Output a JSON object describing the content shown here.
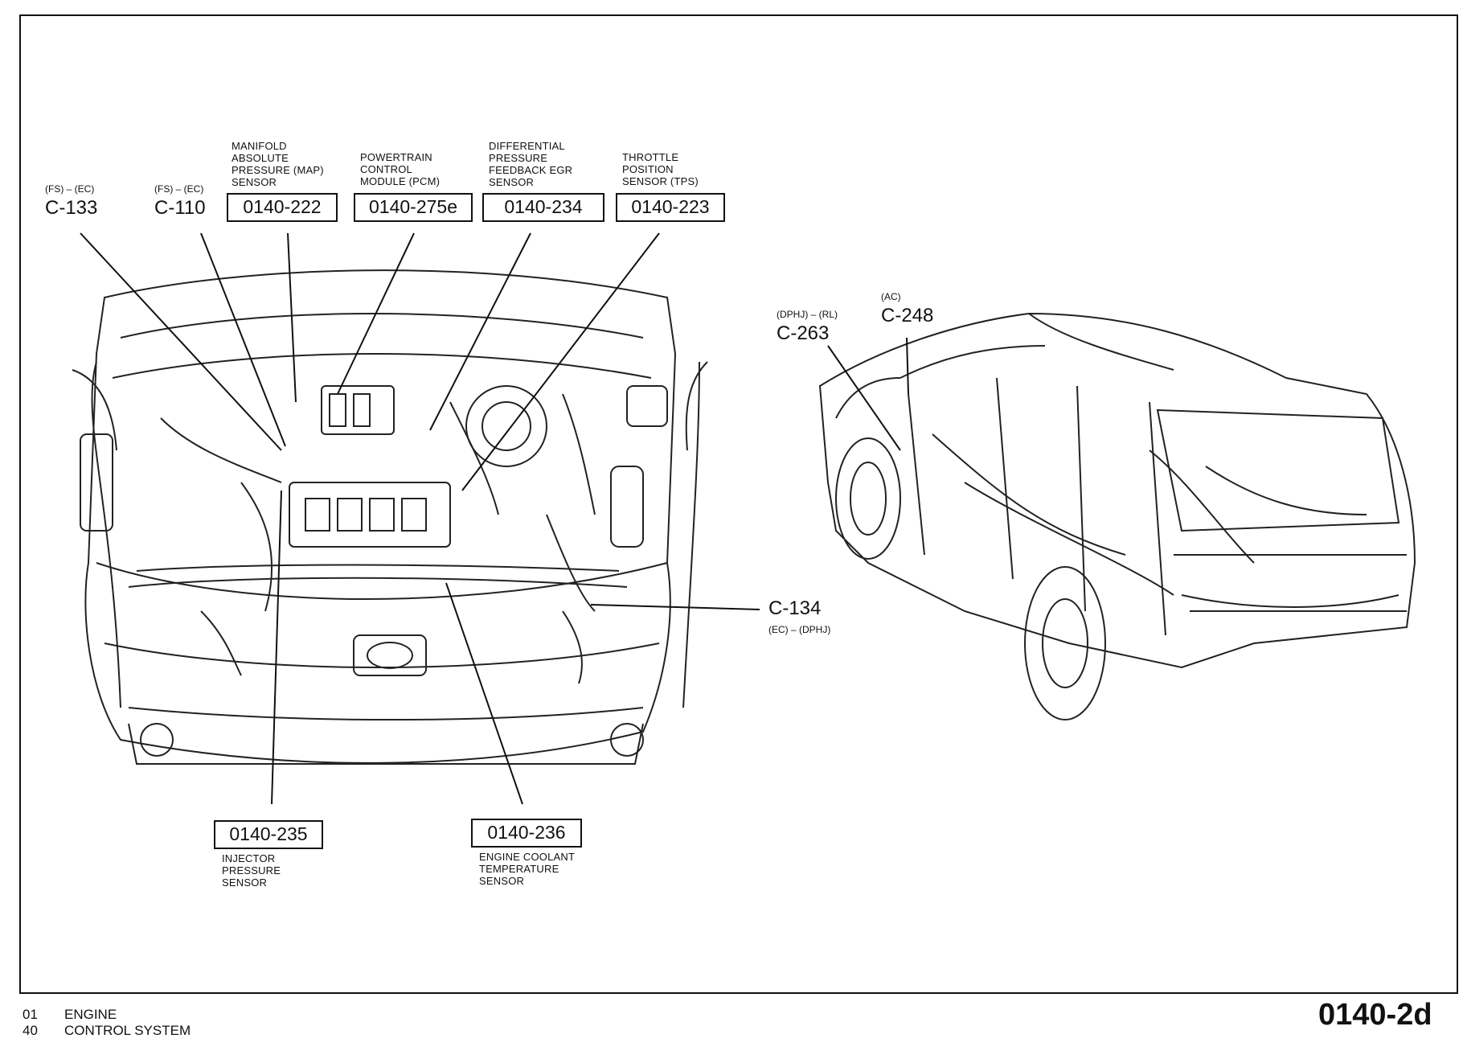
{
  "top_labels": {
    "c133_sub": "(FS) – (EC)",
    "c133": "C-133",
    "c110_sub": "(FS) – (EC)",
    "c110": "C-110",
    "map_desc": "MANIFOLD\nABSOLUTE\nPRESSURE (MAP)\nSENSOR",
    "map_code": "0140-222",
    "pcm_desc": "POWERTRAIN\nCONTROL\nMODULE (PCM)",
    "pcm_code": "0140-275e",
    "egr_desc": "DIFFERENTIAL\nPRESSURE\nFEEDBACK EGR\nSENSOR",
    "egr_code": "0140-234",
    "tps_desc": "THROTTLE\nPOSITION\nSENSOR (TPS)",
    "tps_code": "0140-223"
  },
  "bottom_labels": {
    "injector_code": "0140-235",
    "injector_desc": "INJECTOR\nPRESSURE\nSENSOR",
    "coolant_code": "0140-236",
    "coolant_desc": "ENGINE COOLANT\nTEMPERATURE\nSENSOR"
  },
  "right_labels": {
    "c134": "C-134",
    "c134_sub": "(EC) – (DPHJ)",
    "c263_sub": "(DPHJ) – (RL)",
    "c263": "C-263",
    "c248_sub": "(AC)",
    "c248": "C-248"
  },
  "footer": {
    "num1": "01",
    "text1": "ENGINE",
    "num2": "40",
    "text2": "CONTROL SYSTEM",
    "page_number": "0140-2d"
  }
}
